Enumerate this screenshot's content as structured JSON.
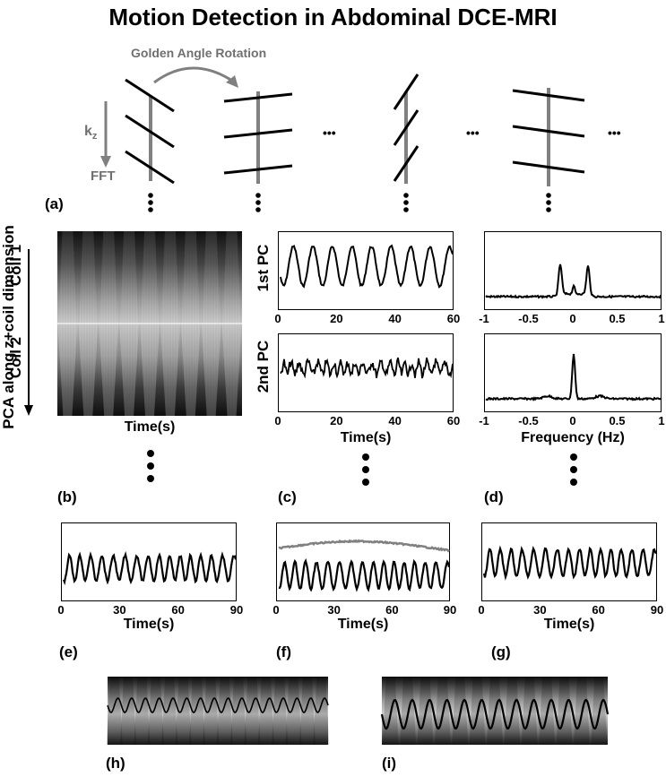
{
  "title": "Motion Detection in Abdominal DCE-MRI",
  "panel_a": {
    "golden_angle_label": "Golden Angle Rotation",
    "kz_label_main": "k",
    "kz_label_sub": "z",
    "fft_label": "FFT",
    "ellipsis": "•••",
    "tag": "(a)"
  },
  "side_label": "PCA along z+coil dimension",
  "panel_b": {
    "coil1": "Coil 1",
    "coil2": "Coil 2",
    "xlabel": "Time(s)",
    "tag": "(b)"
  },
  "panel_c": {
    "pc1_label": "1st PC",
    "pc2_label": "2nd PC",
    "xlabel": "Time(s)",
    "tag": "(c)",
    "xticks": [
      "0",
      "20",
      "40",
      "60"
    ]
  },
  "panel_d": {
    "xlabel": "Frequency (Hz)",
    "tag": "(d)",
    "xticks": [
      "-1",
      "-0.5",
      "0",
      "0.5",
      "1"
    ]
  },
  "panel_e": {
    "xlabel": "Time(s)",
    "tag": "(e)",
    "xticks": [
      "0",
      "30",
      "60",
      "90"
    ]
  },
  "panel_f": {
    "xlabel": "Time(s)",
    "tag": "(f)",
    "xticks": [
      "0",
      "30",
      "60",
      "90"
    ]
  },
  "panel_g": {
    "xlabel": "Time(s)",
    "tag": "(g)",
    "xticks": [
      "0",
      "30",
      "60",
      "90"
    ]
  },
  "panel_h": {
    "tag": "(h)"
  },
  "panel_i": {
    "tag": "(i)"
  },
  "colors": {
    "gray_line": "#808080",
    "black": "#000000"
  }
}
